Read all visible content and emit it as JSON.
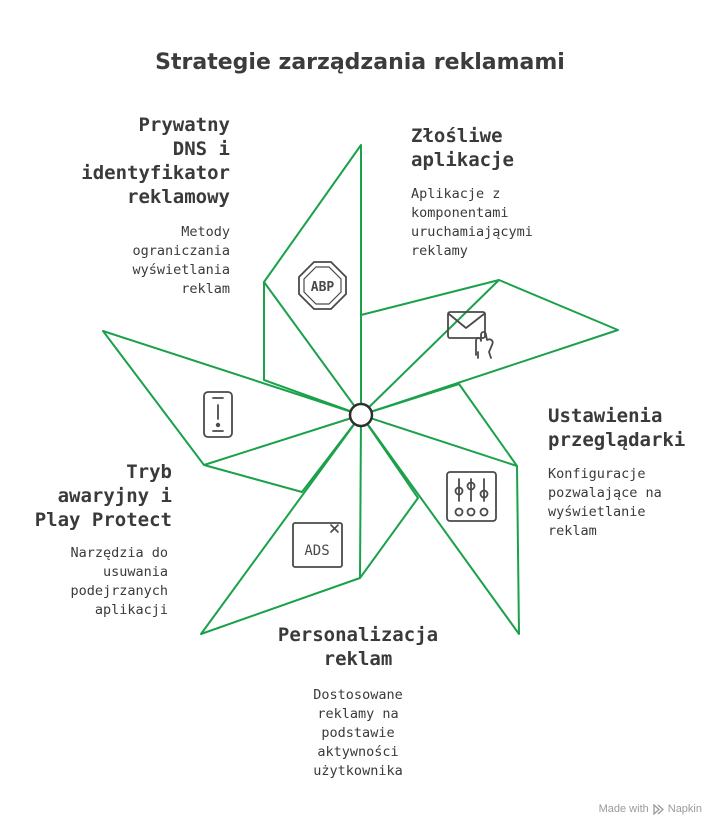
{
  "title": "Strategie zarządzania reklamami",
  "accent_color": "#1aa14a",
  "sections": {
    "dns": {
      "heading": "Prywatny\nDNS i\nidentyfikator\nreklamowy",
      "description": "Metody\nograniczania\nwyświetlania\nreklam",
      "icon": "abp-stop-sign-icon"
    },
    "malicious": {
      "heading": "Złośliwe\naplikacje",
      "description": "Aplikacje z\nkomponentami\nuruchamiającymi\nreklamy",
      "icon": "mail-hand-icon"
    },
    "browser": {
      "heading": "Ustawienia\nprzeglądarki",
      "description": "Konfiguracje\npozwalające na\nwyświetlanie\nreklam",
      "icon": "sliders-icon"
    },
    "personalization": {
      "heading": "Personalizacja\nreklam",
      "description": "Dostosowane\nreklamy na\npodstawie\naktywności\nużytkownika",
      "icon": "ads-window-icon"
    },
    "safemode": {
      "heading": "Tryb\nawaryjny i\nPlay Protect",
      "description": "Narzędzia do\nusuwania\npodejrzanych\naplikacji",
      "icon": "phone-alert-icon"
    }
  },
  "footer": {
    "made_with": "Made with",
    "brand": "Napkin"
  }
}
